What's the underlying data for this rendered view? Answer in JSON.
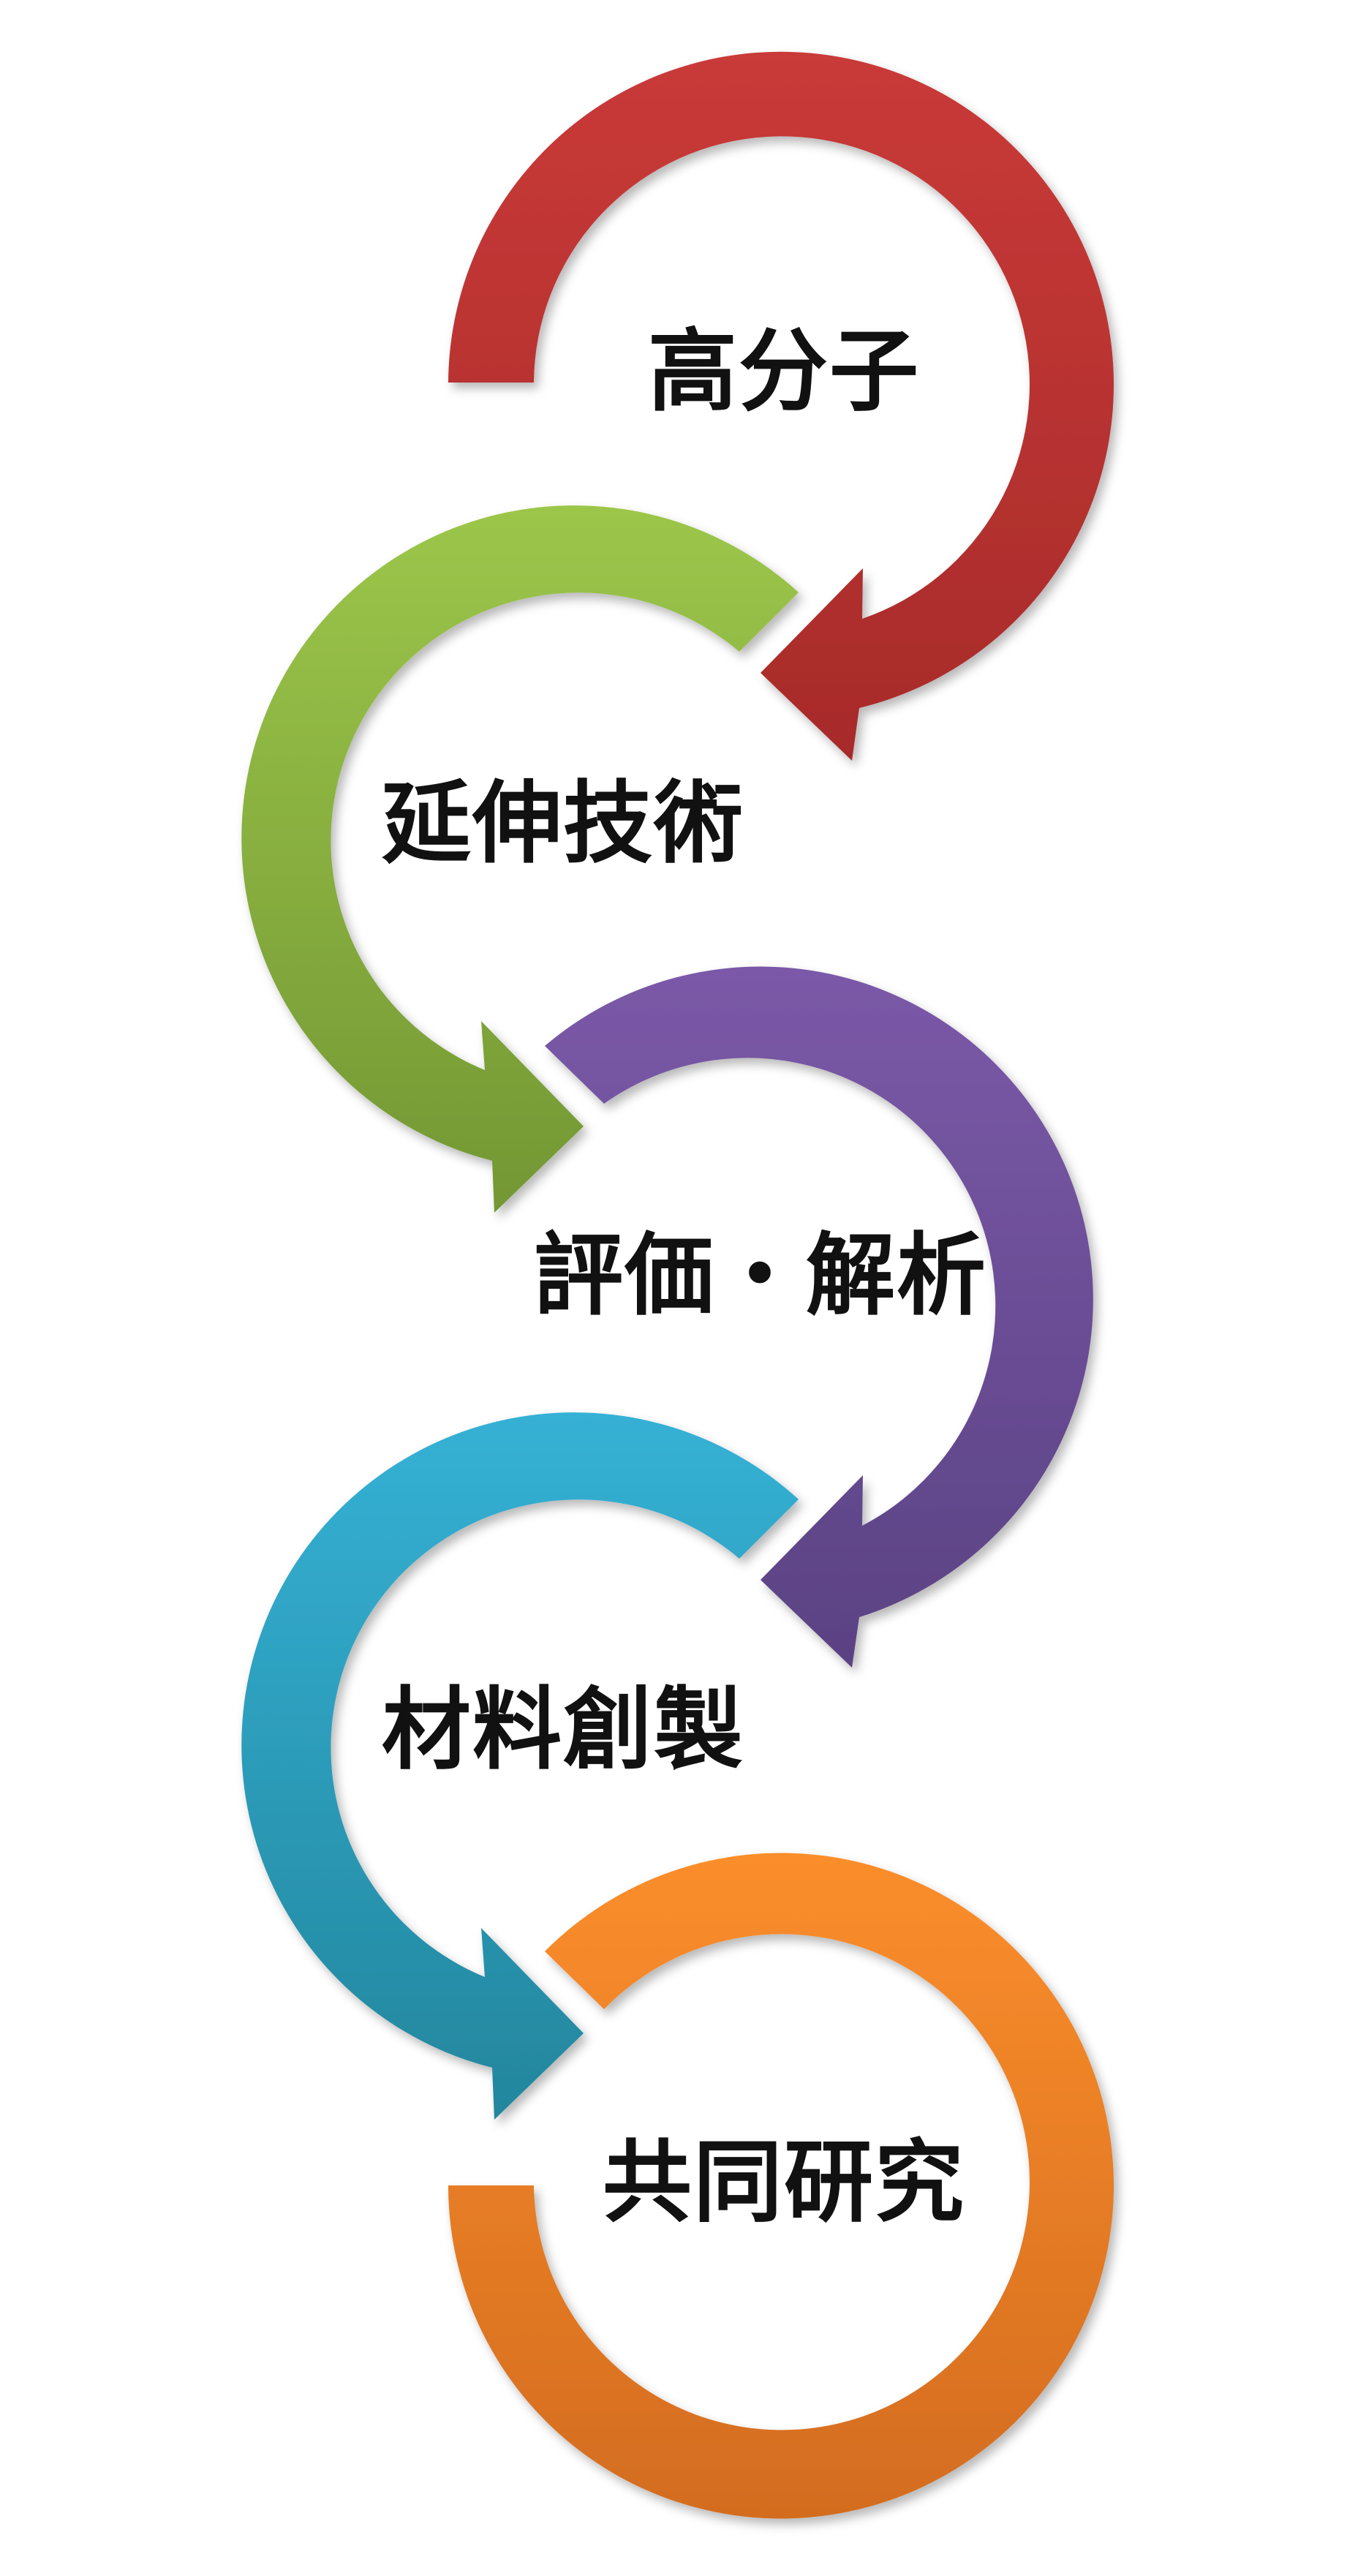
{
  "steps": [
    {
      "label": "高分子",
      "color": "#c93a38",
      "color_dark": "#a72b2a"
    },
    {
      "label": "延伸技術",
      "color": "#9cc64a",
      "color_dark": "#739734"
    },
    {
      "label": "評価・解析",
      "color": "#7b59a8",
      "color_dark": "#5a4283"
    },
    {
      "label": "材料創製",
      "color": "#35b1d5",
      "color_dark": "#23869d"
    },
    {
      "label": "共同研究",
      "color": "#fb8e2c",
      "color_dark": "#d36c1f"
    }
  ]
}
